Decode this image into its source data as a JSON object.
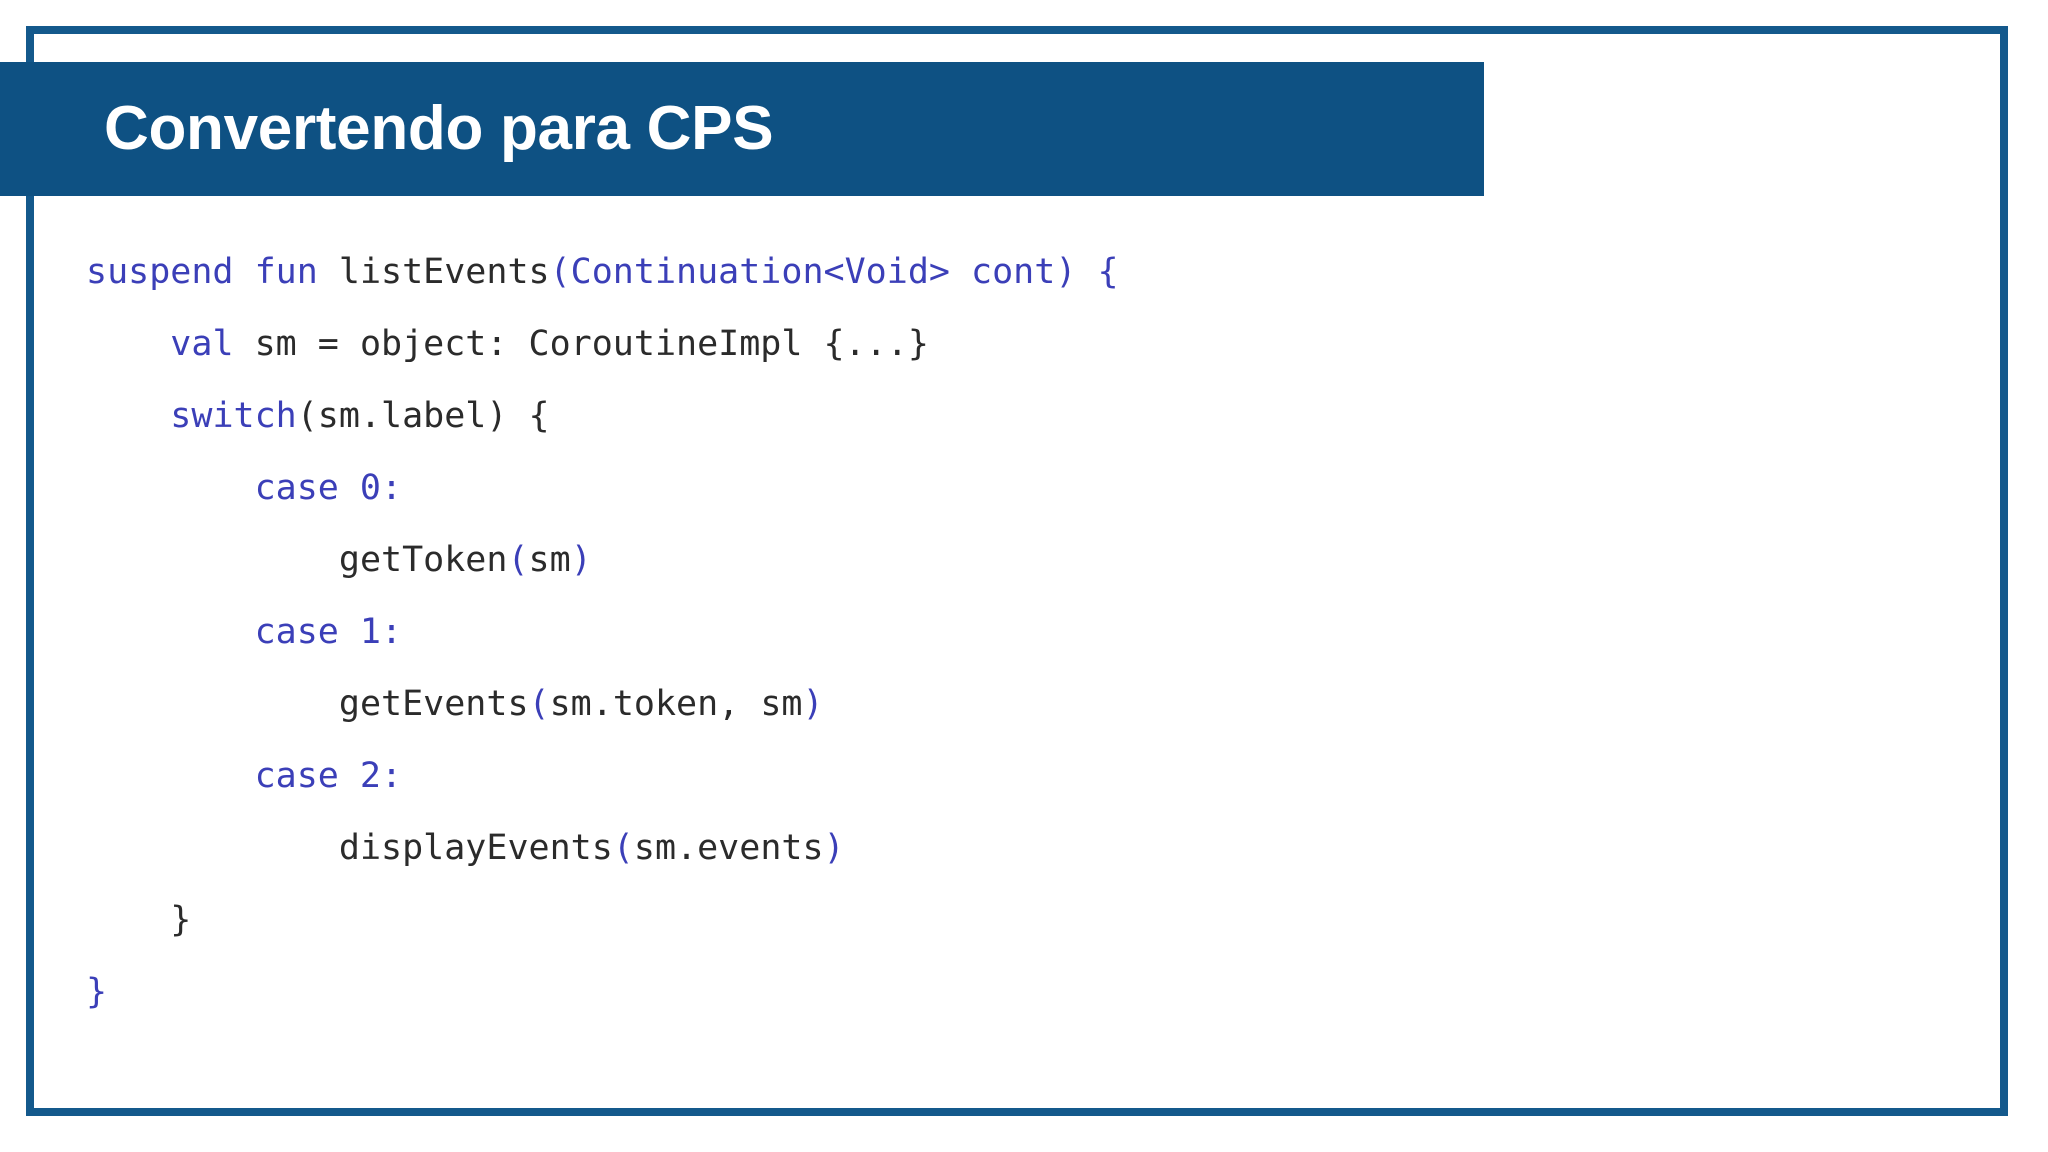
{
  "slide": {
    "title": "Convertendo para CPS",
    "frame_color": "#14598C",
    "banner_color": "#0E5183",
    "title_color": "#FFFFFF",
    "background_color": "#FFFFFF"
  },
  "code": {
    "language": "kotlin",
    "keyword_color": "#3B3FB8",
    "identifier_color": "#2B2B2B",
    "plain_text": "suspend fun listEvents(Continuation<Void> cont) {\n    val sm = object: CoroutineImpl {...}\n    switch(sm.label) {\n        case 0:\n            getToken(sm)\n        case 1:\n            getEvents(sm.token, sm)\n        case 2:\n            displayEvents(sm.events)\n    }\n}",
    "lines": [
      {
        "indent": "",
        "tokens": [
          {
            "t": "suspend fun ",
            "c": "kw"
          },
          {
            "t": "listEvents",
            "c": "id"
          },
          {
            "t": "(Continuation<Void> cont) {",
            "c": "punc"
          }
        ]
      },
      {
        "indent": "    ",
        "tokens": [
          {
            "t": "val",
            "c": "kw"
          },
          {
            "t": " sm = object: CoroutineImpl {...}",
            "c": "id"
          }
        ]
      },
      {
        "indent": "    ",
        "tokens": [
          {
            "t": "switch",
            "c": "kw"
          },
          {
            "t": "(sm.label) {",
            "c": "id"
          }
        ]
      },
      {
        "indent": "        ",
        "tokens": [
          {
            "t": "case 0:",
            "c": "kw"
          }
        ]
      },
      {
        "indent": "            ",
        "tokens": [
          {
            "t": "getToken",
            "c": "id"
          },
          {
            "t": "(",
            "c": "punc"
          },
          {
            "t": "sm",
            "c": "id"
          },
          {
            "t": ")",
            "c": "punc"
          }
        ]
      },
      {
        "indent": "        ",
        "tokens": [
          {
            "t": "case 1:",
            "c": "kw"
          }
        ]
      },
      {
        "indent": "            ",
        "tokens": [
          {
            "t": "getEvents",
            "c": "id"
          },
          {
            "t": "(",
            "c": "punc"
          },
          {
            "t": "sm.token, sm",
            "c": "id"
          },
          {
            "t": ")",
            "c": "punc"
          }
        ]
      },
      {
        "indent": "        ",
        "tokens": [
          {
            "t": "case 2:",
            "c": "kw"
          }
        ]
      },
      {
        "indent": "            ",
        "tokens": [
          {
            "t": "displayEvents",
            "c": "id"
          },
          {
            "t": "(",
            "c": "punc"
          },
          {
            "t": "sm.events",
            "c": "id"
          },
          {
            "t": ")",
            "c": "punc"
          }
        ]
      },
      {
        "indent": "    ",
        "tokens": [
          {
            "t": "}",
            "c": "id"
          }
        ]
      },
      {
        "indent": "",
        "tokens": [
          {
            "t": "}",
            "c": "punc"
          }
        ]
      }
    ]
  }
}
